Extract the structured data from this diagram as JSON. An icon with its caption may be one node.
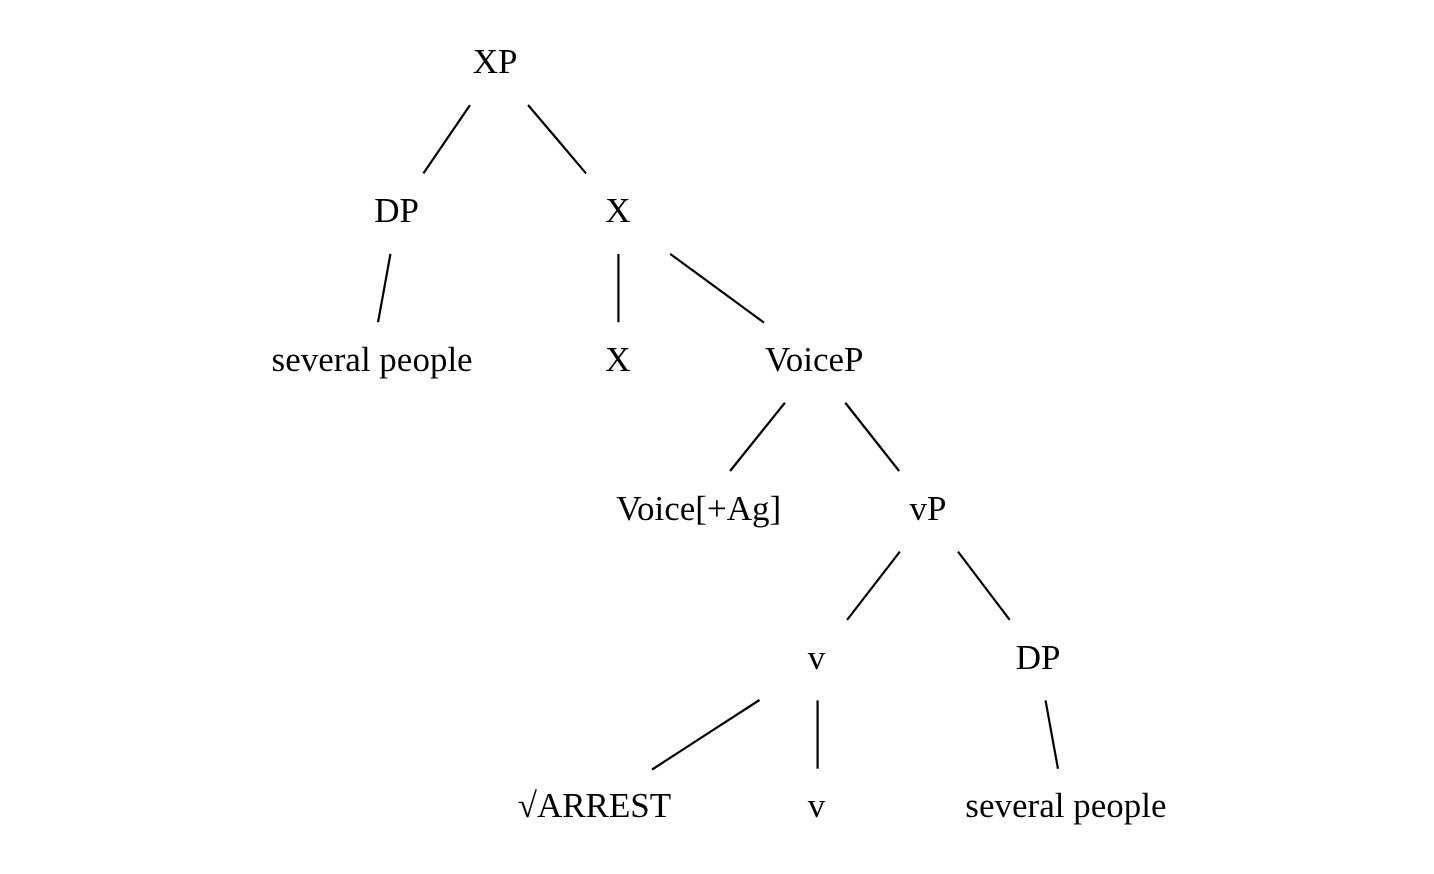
{
  "diagram": {
    "nodes": [
      {
        "text": [
          "XP"
        ]
      },
      {
        "text": [
          "DP"
        ]
      },
      {
        "text": [
          "several people"
        ]
      },
      {
        "text": [
          "X"
        ]
      },
      {
        "text": [
          "X"
        ]
      },
      {
        "text": [
          "VoiceP"
        ]
      },
      {
        "text": [
          "Voice[+Ag]"
        ]
      },
      {
        "text": [
          "vP"
        ]
      },
      {
        "text": [
          "v"
        ]
      },
      {
        "text": [
          "DP"
        ]
      },
      {
        "text": [
          "√ARREST"
        ]
      },
      {
        "text": [
          "v"
        ]
      },
      {
        "text": [
          "several people"
        ]
      }
    ],
    "edges": [
      {
        "from": 0,
        "to": 1,
        "arrow": "none"
      },
      {
        "from": 0,
        "to": 3,
        "arrow": "none"
      },
      {
        "from": 1,
        "to": 2,
        "arrow": "none"
      },
      {
        "from": 3,
        "to": 4,
        "arrow": "none"
      },
      {
        "from": 3,
        "to": 5,
        "arrow": "none"
      },
      {
        "from": 5,
        "to": 6,
        "arrow": "none"
      },
      {
        "from": 5,
        "to": 7,
        "arrow": "none"
      },
      {
        "from": 7,
        "to": 8,
        "arrow": "none"
      },
      {
        "from": 7,
        "to": 9,
        "arrow": "none"
      },
      {
        "from": 8,
        "to": 10,
        "arrow": "none"
      },
      {
        "from": 8,
        "to": 11,
        "arrow": "none"
      },
      {
        "from": 9,
        "to": 12,
        "arrow": "none"
      }
    ]
  }
}
